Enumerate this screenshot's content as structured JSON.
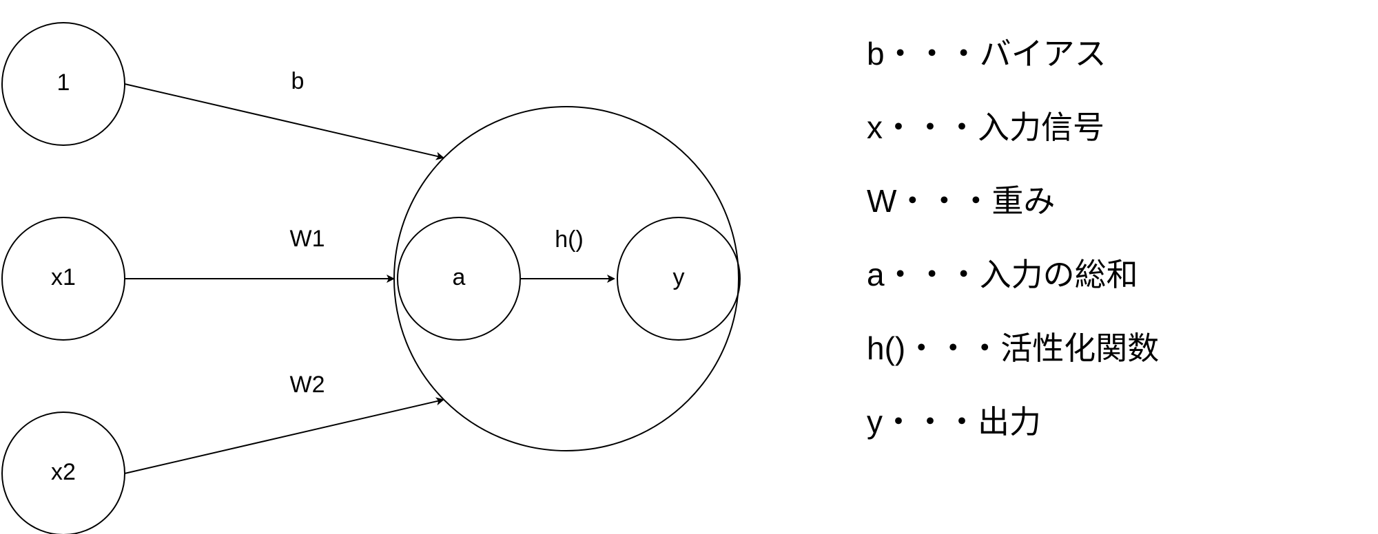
{
  "nodes": {
    "bias_input": "1",
    "x1": "x1",
    "x2": "x2",
    "a": "a",
    "y": "y"
  },
  "edges": {
    "b": "b",
    "w1": "W1",
    "w2": "W2",
    "h": "h()"
  },
  "legend": [
    "b・・・バイアス",
    "x・・・入力信号",
    "W・・・重み",
    "a・・・入力の総和",
    "h()・・・活性化関数",
    "y・・・出力"
  ],
  "colors": {
    "stroke": "#000000",
    "background": "#ffffff"
  }
}
